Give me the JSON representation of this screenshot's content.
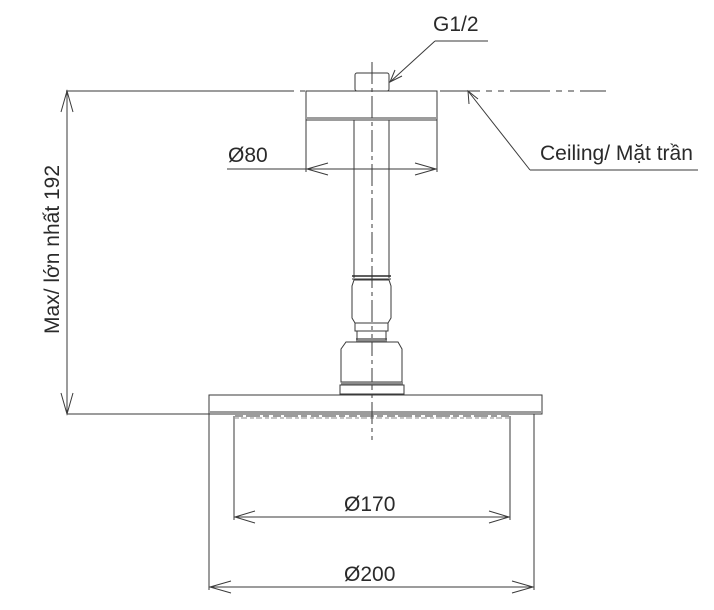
{
  "drawing": {
    "title": "Ceiling-mounted shower head dimension drawing",
    "labels": {
      "thread": "G1/2",
      "ceiling": "Ceiling/ Mặt trần",
      "flange_diameter": "Ø80",
      "max_height": "Max/ lớn nhất 192",
      "spray_diameter": "Ø170",
      "head_diameter": "Ø200"
    },
    "dimensions": {
      "thread_size": "G1/2",
      "flange_diameter_mm": 80,
      "max_height_mm": 192,
      "spray_face_diameter_mm": 170,
      "head_diameter_mm": 200
    },
    "colors": {
      "line": "#3a3a3a",
      "text": "#2a2a2a",
      "background": "#ffffff"
    }
  }
}
